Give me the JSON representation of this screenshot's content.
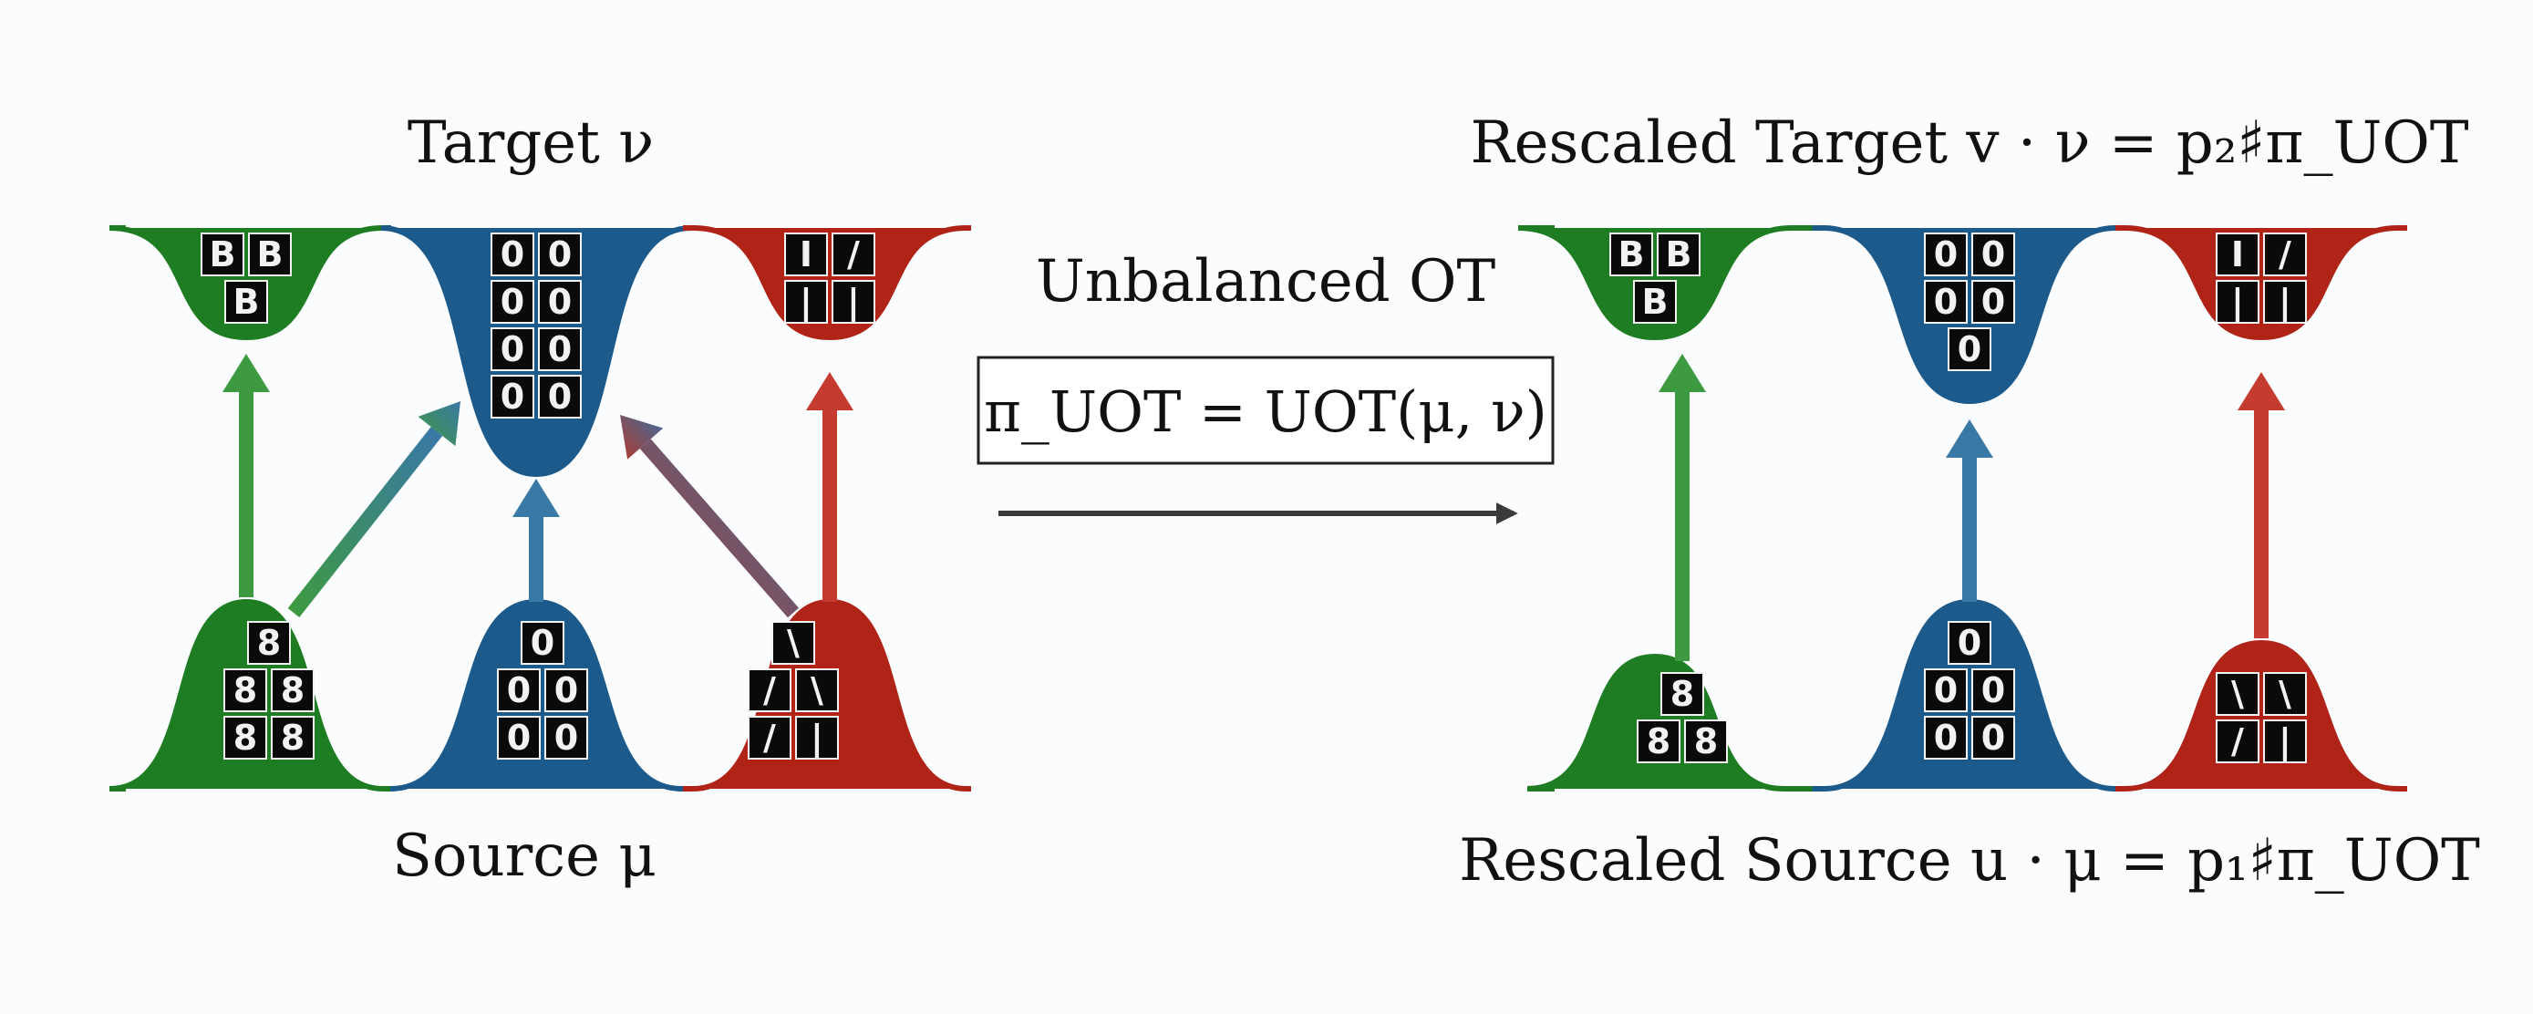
{
  "left_panel": {
    "target_label": "Target ν",
    "source_label": "Source μ"
  },
  "center": {
    "method_label": "Unbalanced OT",
    "formula": "π_UOT = UOT(μ, ν)"
  },
  "right_panel": {
    "target_label": "Rescaled Target v · ν = p₂♯π_UOT",
    "source_label": "Rescaled Source u · μ = p₁♯π_UOT"
  },
  "colors": {
    "green": "#1e7d22",
    "blue": "#1c5a8c",
    "red": "#b02418",
    "arrow_green": "#3d9a40",
    "arrow_blue": "#3a78a6",
    "arrow_red": "#c63b2f",
    "main_arrow": "#3a3a3a"
  },
  "clusters": {
    "left_target": {
      "green": [
        "B",
        "B",
        "B"
      ],
      "blue": [
        "0",
        "0",
        "0",
        "0",
        "0",
        "0",
        "0",
        "0"
      ],
      "red": [
        "I",
        "/",
        "|",
        "|"
      ]
    },
    "left_source": {
      "green": [
        "8",
        "8",
        "8",
        "8",
        "8"
      ],
      "blue": [
        "0",
        "0",
        "0",
        "0",
        "0"
      ],
      "red": [
        "\\",
        "/",
        "\\",
        "/",
        "|"
      ]
    },
    "right_target": {
      "green": [
        "B",
        "B",
        "B"
      ],
      "blue": [
        "0",
        "0",
        "0",
        "0",
        "0"
      ],
      "red": [
        "I",
        "/",
        "|",
        "|"
      ]
    },
    "right_source": {
      "green": [
        "8",
        "8",
        "8"
      ],
      "blue": [
        "0",
        "0",
        "0",
        "0",
        "0"
      ],
      "red": [
        "\\",
        "\\",
        "/",
        "|"
      ]
    }
  }
}
